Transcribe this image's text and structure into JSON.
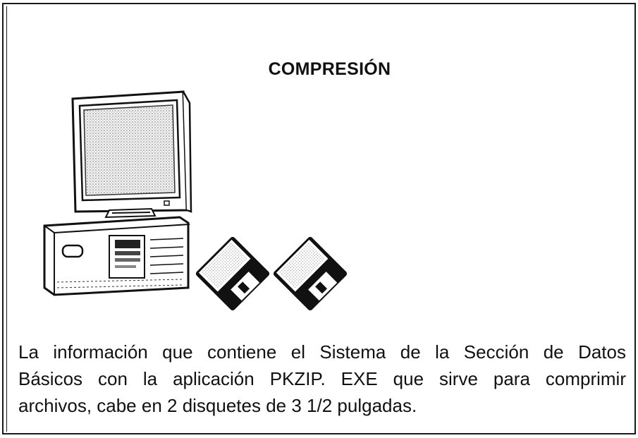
{
  "document": {
    "title": "COMPRESIÓN",
    "body_lines": [
      "La información que contiene el Sistema de la Sección de Datos",
      "Básicos con la aplicación PKZIP. EXE que sirve para comprimir",
      "archivos, cabe en 2 disquetes de 3 1/2 pulgadas."
    ],
    "illustration": {
      "icons": [
        "computer-icon",
        "floppy-disk-icon",
        "floppy-disk-icon"
      ]
    }
  }
}
